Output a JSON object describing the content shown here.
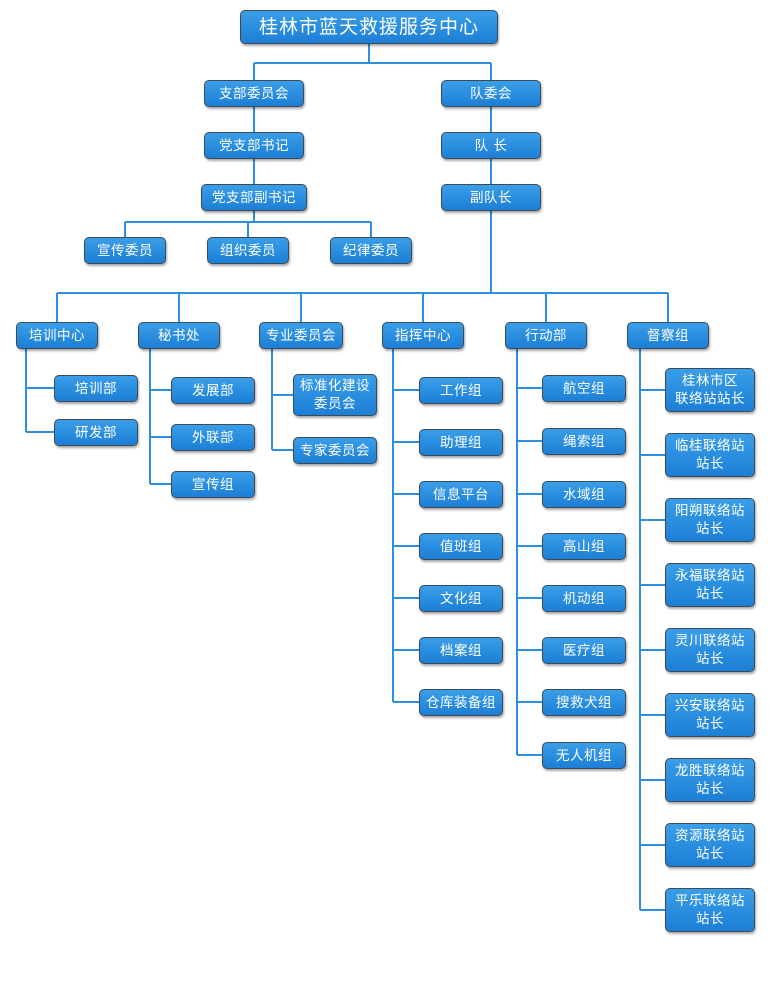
{
  "title": "桂林市蓝天救援服务中心",
  "party": {
    "committee": "支部委员会",
    "secretary": "党支部书记",
    "deputy_secretary": "党支部副书记",
    "members": [
      "宣传委员",
      "组织委员",
      "纪律委员"
    ]
  },
  "team": {
    "committee": "队委会",
    "captain": "队 长",
    "vice_captain": "副队长"
  },
  "departments": [
    {
      "name": "培训中心",
      "children": [
        "培训部",
        "研发部"
      ]
    },
    {
      "name": "秘书处",
      "children": [
        "发展部",
        "外联部",
        "宣传组"
      ]
    },
    {
      "name": "专业委员会",
      "children": [
        "标准化建设\n委员会",
        "专家委员会"
      ]
    },
    {
      "name": "指挥中心",
      "children": [
        "工作组",
        "助理组",
        "信息平台",
        "值班组",
        "文化组",
        "档案组",
        "仓库装备组"
      ]
    },
    {
      "name": "行动部",
      "children": [
        "航空组",
        "绳索组",
        "水域组",
        "高山组",
        "机动组",
        "医疗组",
        "搜救犬组",
        "无人机组"
      ]
    },
    {
      "name": "督察组",
      "children": [
        "桂林市区\n联络站站长",
        "临桂联络站\n站长",
        "阳朔联络站\n站长",
        "永福联络站\n站长",
        "灵川联络站\n站长",
        "兴安联络站\n站长",
        "龙胜联络站\n站长",
        "资源联络站\n站长",
        "平乐联络站\n站长"
      ]
    }
  ],
  "colors": {
    "box": "#1f86dc",
    "border": "#3d4a57",
    "line": "#2e8fe0",
    "text": "#ffffff"
  }
}
